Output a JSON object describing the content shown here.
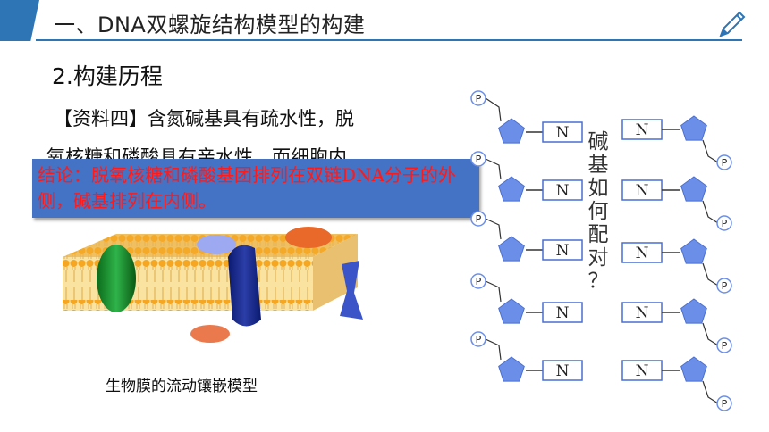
{
  "header": {
    "title": "一、DNA双螺旋结构模型的构建"
  },
  "subtitle": "2.构建历程",
  "paragraph": {
    "line1": "【资料四】含氮碱基具有疏水性，脱",
    "line2": "氧核糖和磷酸具有亲水性，而细胞内"
  },
  "conclusion": {
    "text": "结论：脱氧核糖和磷酸基团排列在双链DNA分子的外侧，碱基排列在内侧。"
  },
  "membrane": {
    "caption": "生物膜的流动镶嵌模型"
  },
  "dna_model": {
    "phosphate_label": "P",
    "base_label": "N",
    "question_chars": [
      "碱",
      "基",
      "如",
      "何",
      "配",
      "对",
      "？"
    ]
  },
  "colors": {
    "accent": "#2e75b6",
    "conclusion_bg": "#4472c4",
    "conclusion_text": "#ff1a1a",
    "sugar": "#6b8fe8"
  },
  "icons": [
    "pencil-icon"
  ]
}
